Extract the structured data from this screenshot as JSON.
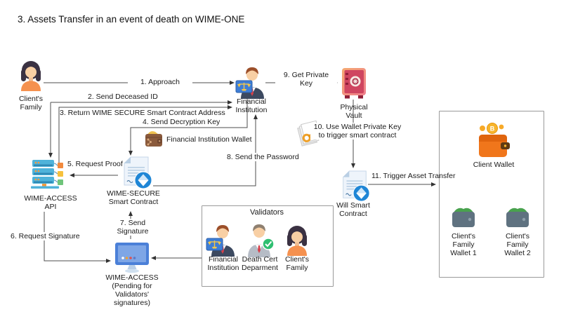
{
  "title": "3. Assets Transfer in an event of death on WIME-ONE",
  "nodes": {
    "clients_family": "Client's\nFamily",
    "financial_institution": "Financial\nInstitution",
    "physical_vault": "Physical\nVault",
    "wime_access_api": "WIME-ACCESS\nAPI",
    "wime_secure": "WIME-SECURE\nSmart Contract",
    "fi_wallet": "Financial Institution Wallet",
    "will_contract": "Will Smart\nContract",
    "wime_access_pending": "WIME-ACCESS\n(Pending for\nValidators'\nsignatures)",
    "client_wallet": "Client Wallet",
    "family_wallet_1": "Client's\nFamily\nWallet 1",
    "family_wallet_2": "Client's\nFamily\nWallet 2"
  },
  "validators": {
    "title": "Validators",
    "fi": "Financial\nInstitution",
    "death_cert": "Death Cert\nDeparment",
    "family": "Client's\nFamily"
  },
  "edges": {
    "e1": "1. Approach",
    "e2": "2. Send Deceased ID",
    "e3": "3. Return WIME SECURE Smart Contract Address",
    "e4": "4. Send Decryption Key",
    "e5": "5. Request Proof",
    "e6": "6. Request Signature",
    "e7": "7. Send Signature",
    "e8": "8. Send the Password",
    "e9": "9. Get Private Key",
    "e10": "10. Use Wallet Private Key\nto trigger smart contract",
    "e11": "11. Trigger Asset Transfer"
  },
  "colors": {
    "line": "#4d4d4d",
    "contract_badge_blue": "#1f86d6",
    "client_wallet_orange": "#f0761b",
    "vault_red": "#cf4560",
    "server_teal": "#49aed6",
    "monitor_blue": "#4b80d8",
    "validator_check_green": "#2fbf71",
    "family_wallet_slate": "#5f7280",
    "fi_wallet_brown": "#8a5a3c"
  }
}
